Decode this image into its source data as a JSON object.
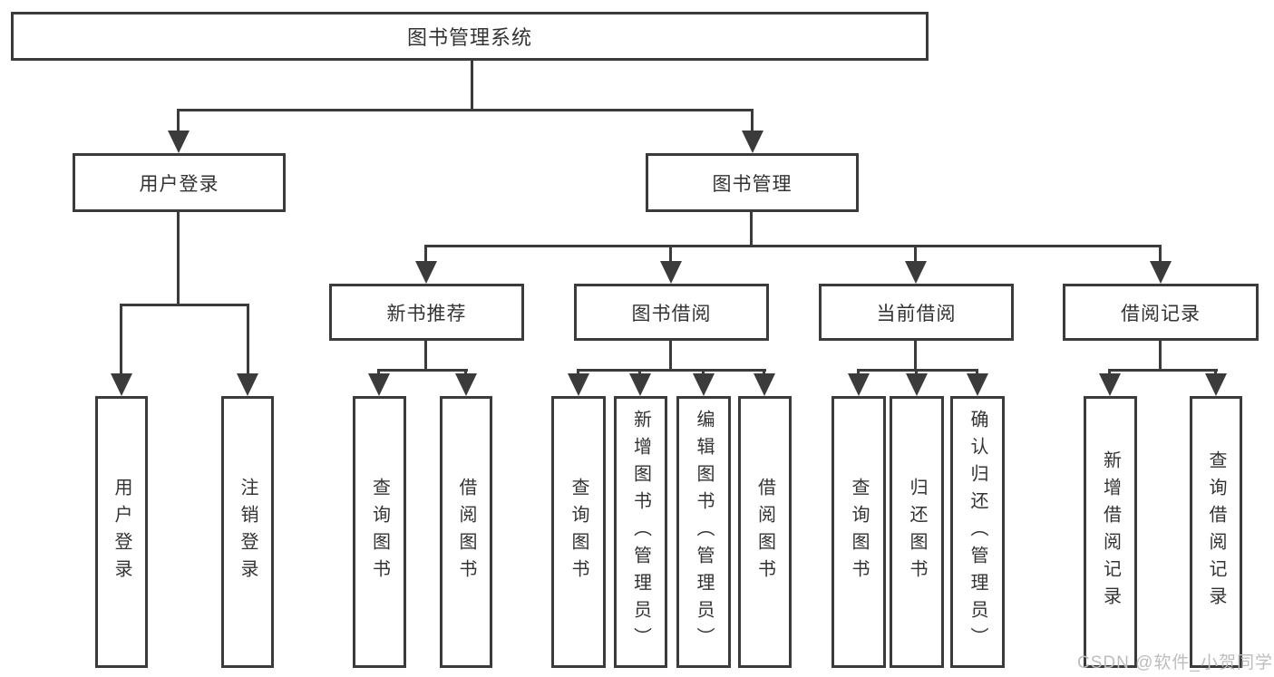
{
  "root": {
    "label": "图书管理系统"
  },
  "branches": [
    {
      "label": "用户登录",
      "children": [
        {
          "label": "用户登录"
        },
        {
          "label": "注销登录"
        }
      ]
    },
    {
      "label": "图书管理",
      "groups": [
        {
          "label": "新书推荐",
          "children": [
            {
              "label": "查询图书"
            },
            {
              "label": "借阅图书"
            }
          ]
        },
        {
          "label": "图书借阅",
          "children": [
            {
              "label": "查询图书"
            },
            {
              "label": "新增图书（管理员）"
            },
            {
              "label": "编辑图书（管理员）"
            },
            {
              "label": "借阅图书"
            }
          ]
        },
        {
          "label": "当前借阅",
          "children": [
            {
              "label": "查询图书"
            },
            {
              "label": "归还图书"
            },
            {
              "label": "确认归还（管理员）"
            }
          ]
        },
        {
          "label": "借阅记录",
          "children": [
            {
              "label": "新增借阅记录"
            },
            {
              "label": "查询借阅记录"
            }
          ]
        }
      ]
    }
  ],
  "watermark": {
    "text": "CSDN @软件_小贺同学"
  },
  "colors": {
    "line": "#3b3b3b",
    "text": "#333333",
    "box_background": "#ffffff",
    "watermark": "#bdbdbd"
  }
}
